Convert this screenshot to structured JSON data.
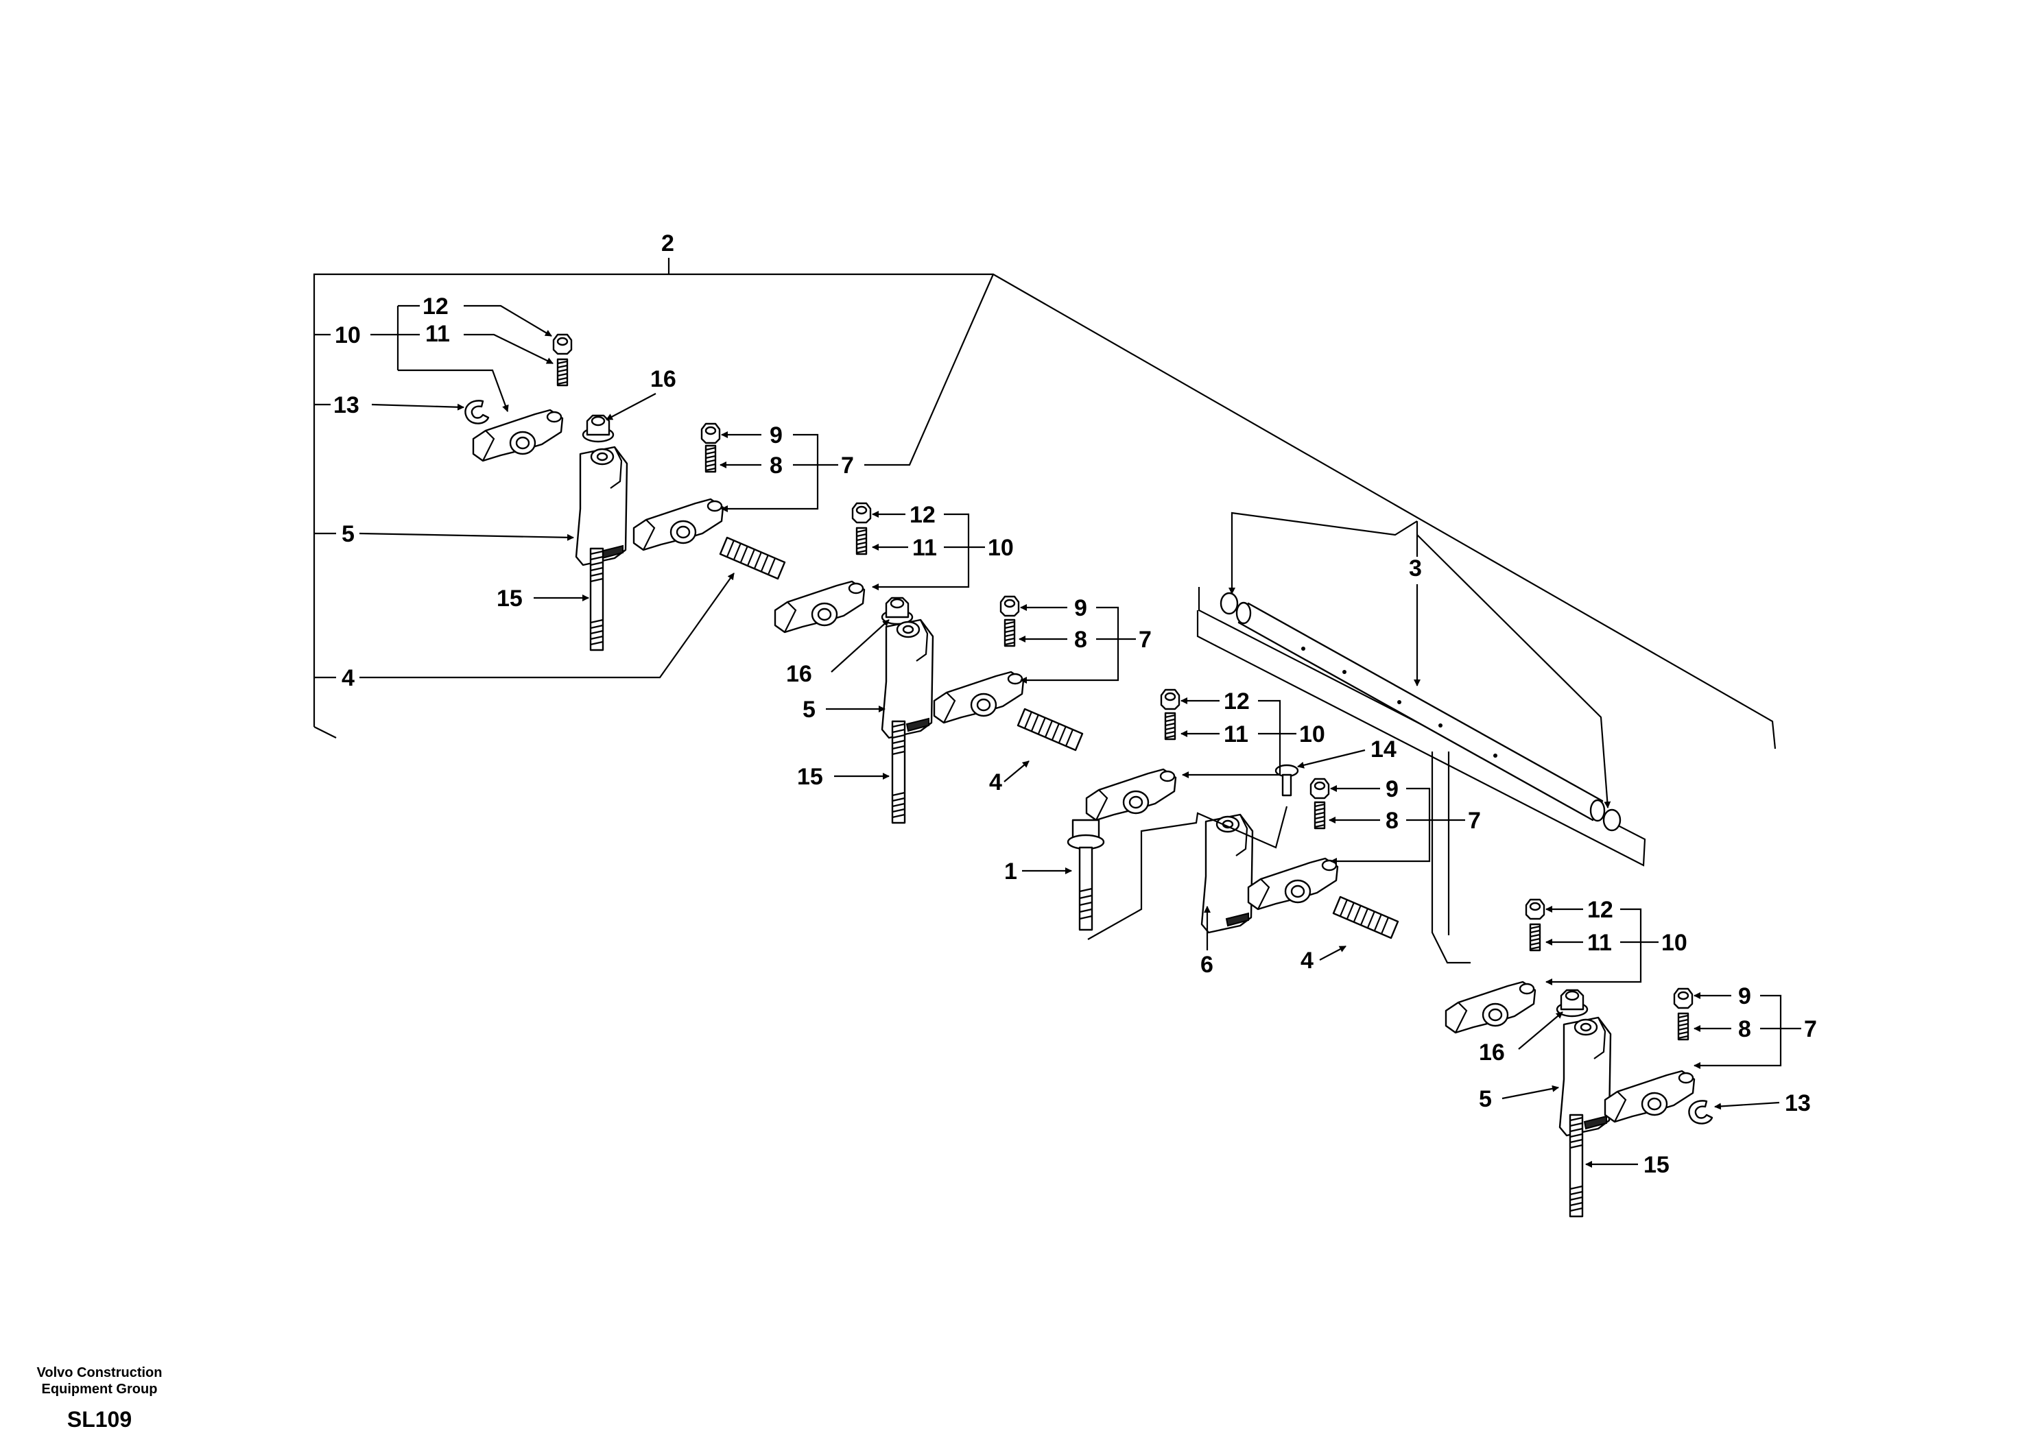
{
  "footer": {
    "company_line1": "Volvo Construction",
    "company_line2": "Equipment Group",
    "drawing_code": "SL109"
  },
  "callouts": {
    "c2": "2",
    "c3": "3",
    "g1_12": "12",
    "g1_11": "11",
    "g1_10": "10",
    "g1_13": "13",
    "g1_16": "16",
    "g1_9": "9",
    "g1_8": "8",
    "g1_7": "7",
    "g1_5": "5",
    "g1_15": "15",
    "g1_4": "4",
    "g2_12": "12",
    "g2_11": "11",
    "g2_10": "10",
    "g2_9": "9",
    "g2_8": "8",
    "g2_7": "7",
    "g2_16": "16",
    "g2_5": "5",
    "g2_15": "15",
    "g2_4": "4",
    "g3_12": "12",
    "g3_11": "11",
    "g3_10": "10",
    "g3_14": "14",
    "g3_9": "9",
    "g3_8": "8",
    "g3_7": "7",
    "g3_1": "1",
    "g3_6": "6",
    "g3_4": "4",
    "g4_12": "12",
    "g4_11": "11",
    "g4_10": "10",
    "g4_9": "9",
    "g4_8": "8",
    "g4_7": "7",
    "g4_16": "16",
    "g4_13": "13",
    "g4_5": "5",
    "g4_15": "15"
  }
}
